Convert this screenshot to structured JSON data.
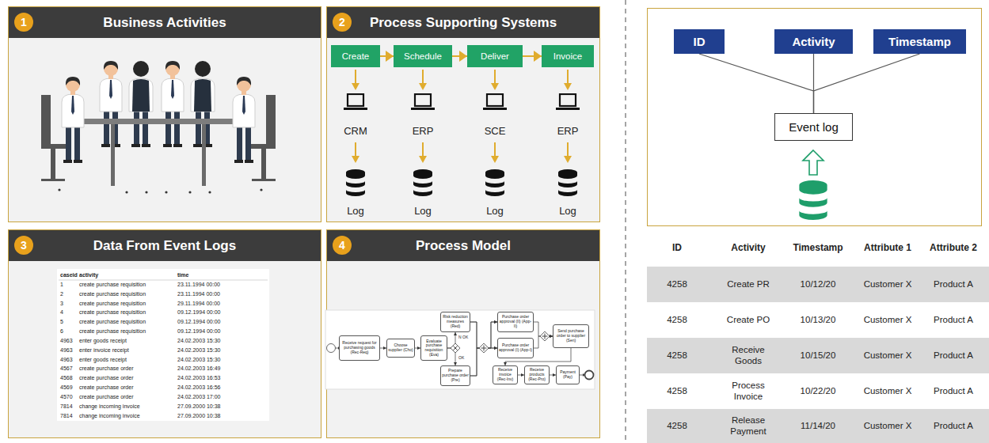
{
  "diagram": {
    "nodes": [
      {
        "text": [
          "Business Activities"
        ]
      },
      {
        "text": [
          "1"
        ],
        "in": 0
      },
      {
        "text": [
          "Process Supporting Systems"
        ]
      },
      {
        "text": [
          "2"
        ],
        "in": 2
      },
      {
        "text": [
          "Create"
        ],
        "in": 2
      },
      {
        "text": [
          "Schedule"
        ],
        "in": 2
      },
      {
        "text": [
          "Deliver"
        ],
        "in": 2
      },
      {
        "text": [
          "Invoice"
        ],
        "in": 2
      },
      {
        "text": [
          "Data From Event Logs"
        ]
      },
      {
        "text": [
          "3"
        ],
        "in": 8
      },
      {
        "text": [
          "Process Model"
        ]
      },
      {
        "text": [
          "4"
        ],
        "in": 10
      },
      {
        "text": [
          "Receive request for purchasing goods (Rec-Req)"
        ],
        "in": 10
      },
      {
        "text": [
          "Choose supplier (Cho)"
        ],
        "in": 10
      },
      {
        "text": [
          "Evaluate purchase requisition (Eva)"
        ],
        "in": 10
      },
      {
        "text": [
          "Risk reduction measures (Red)"
        ],
        "in": 10
      },
      {
        "text": [
          "Prepare purchase order (Pre)"
        ],
        "in": 10
      },
      {
        "text": [
          "Purchase order approval (II) (App-II)"
        ],
        "in": 10
      },
      {
        "text": [
          "Purchase order approval (I) (App-I)"
        ],
        "in": 10
      },
      {
        "text": [
          "Send purchase order to supplier (Sen)"
        ],
        "in": 10
      },
      {
        "text": [
          "Receive invoice (Rec-Inv)"
        ],
        "in": 10
      },
      {
        "text": [
          "Receive products (Rec-Pro)"
        ],
        "in": 10
      },
      {
        "text": [
          "Payment (Pay)"
        ],
        "in": 10
      },
      {
        "text": [
          "ID"
        ]
      },
      {
        "text": [
          "Activity"
        ]
      },
      {
        "text": [
          "Timestamp"
        ]
      },
      {
        "text": [
          "Event log"
        ]
      }
    ],
    "edges": [
      {
        "from": 4,
        "to": 5,
        "arrow": "to"
      },
      {
        "from": 5,
        "to": 6,
        "arrow": "to"
      },
      {
        "from": 6,
        "to": 7,
        "arrow": "to"
      },
      {
        "from": 12,
        "to": 13,
        "arrow": "to"
      },
      {
        "from": 13,
        "to": 14,
        "arrow": "to"
      },
      {
        "from": 14,
        "to": 15,
        "label": "N OK",
        "arrow": "to"
      },
      {
        "from": 14,
        "to": 16,
        "label": "OK",
        "arrow": "to"
      },
      {
        "from": 15,
        "to": 17,
        "arrow": "to"
      },
      {
        "from": 15,
        "to": 18,
        "arrow": "to"
      },
      {
        "from": 16,
        "to": 17,
        "arrow": "to"
      },
      {
        "from": 16,
        "to": 18,
        "arrow": "to"
      },
      {
        "from": 17,
        "to": 19,
        "arrow": "to"
      },
      {
        "from": 18,
        "to": 19,
        "arrow": "to"
      },
      {
        "from": 19,
        "to": 20,
        "arrow": "to"
      },
      {
        "from": 20,
        "to": 21,
        "arrow": "to"
      },
      {
        "from": 21,
        "to": 22,
        "arrow": "to"
      },
      {
        "from": 23,
        "to": 26,
        "arrow": "none"
      },
      {
        "from": 24,
        "to": 26,
        "arrow": "none"
      },
      {
        "from": 25,
        "to": 26,
        "arrow": "none"
      }
    ],
    "labels": [
      "CRM",
      "ERP",
      "SCE",
      "ERP",
      "Log",
      "Log",
      "Log",
      "Log",
      "caseid",
      "activity",
      "time",
      "1",
      "create purchase requisition",
      "23.11.1994 00:00",
      "2",
      "create purchase requisition",
      "23.11.1994 00:00",
      "3",
      "create purchase requisition",
      "29.11.1994 00:00",
      "4",
      "create purchase requisition",
      "09.12.1994 00:00",
      "5",
      "create purchase requisition",
      "09.12.1994 00:00",
      "6",
      "create purchase requisition",
      "09.12.1994 00:00",
      "4963",
      "enter goods receipt",
      "24.02.2003 15:30",
      "4963",
      "enter invoice receipt",
      "24.02.2003 15:30",
      "4963",
      "enter goods receipt",
      "24.02.2003 15:30",
      "4567",
      "create purchase order",
      "24.02.2003 16:49",
      "4568",
      "create purchase order",
      "24.02.2003 16:53",
      "4569",
      "create purchase order",
      "24.02.2003 16:56",
      "4570",
      "create purchase order",
      "24.02.2003 17:00",
      "7814",
      "change incoming invoice",
      "27.09.2000 10:38",
      "7814",
      "change incoming invoice",
      "27.09.2000 10:38",
      "ID",
      "Activity",
      "Timestamp",
      "Attribute 1",
      "Attribute 2",
      "4258",
      "Create PR",
      "10/12/20",
      "Customer X",
      "Product A",
      "4258",
      "Create PO",
      "10/13/20",
      "Customer X",
      "Product A",
      "4258",
      "Receive Goods",
      "10/15/20",
      "Customer X",
      "Product A",
      "4258",
      "Process Invoice",
      "10/22/20",
      "Customer X",
      "Product A",
      "4258",
      "Release Payment",
      "11/14/20",
      "Customer X",
      "Product A"
    ]
  }
}
